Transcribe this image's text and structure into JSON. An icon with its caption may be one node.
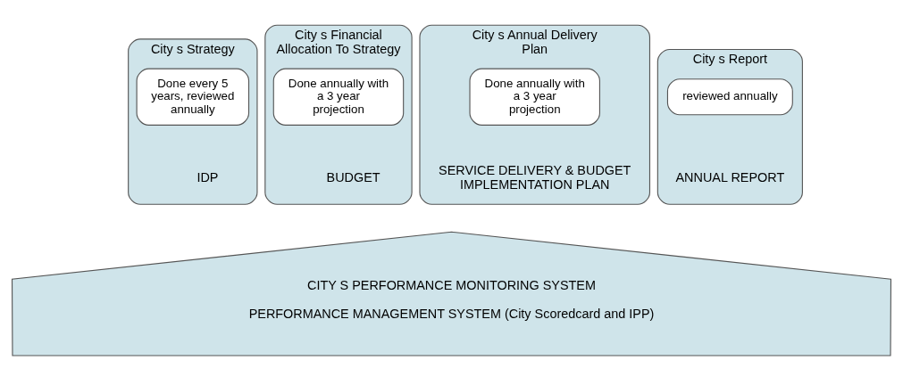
{
  "diagram": {
    "nodes": [
      {
        "text": [
          "City s Strategy",
          "IDP"
        ]
      },
      {
        "text": [
          "Done every 5 years, reviewed annually"
        ],
        "in": 0
      },
      {
        "text": [
          "City s Financial Allocation To Strategy",
          "BUDGET"
        ]
      },
      {
        "text": [
          "Done annually with a 3 year projection"
        ],
        "in": 2
      },
      {
        "text": [
          "City s Annual Delivery Plan",
          "SERVICE DELIVERY & BUDGET IMPLEMENTATION PLAN"
        ]
      },
      {
        "text": [
          "Done annually with a 3 year projection"
        ],
        "in": 4
      },
      {
        "text": [
          "City s Report",
          "ANNUAL REPORT"
        ]
      },
      {
        "text": [
          "reviewed annually"
        ],
        "in": 6
      },
      {
        "text": [
          "CITY S PERFORMANCE MONITORING SYSTEM",
          "PERFORMANCE MANAGEMENT SYSTEM (City Scoredcard and IPP)"
        ]
      }
    ]
  }
}
